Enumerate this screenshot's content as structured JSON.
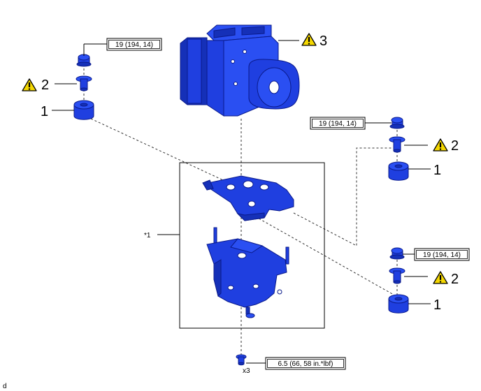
{
  "callouts": {
    "item1": "1",
    "item2": "2",
    "item3": "3",
    "star1": "*1",
    "x3": "x3",
    "corner": "d"
  },
  "torques": {
    "nut_top_left": "19 (194, 14)",
    "nut_mid_right": "19 (194, 14)",
    "nut_low_right": "19 (194, 14)",
    "bolt_bottom": "6.5 (66, 58 in.*lbf)"
  },
  "colors": {
    "part_blue": "#1f3fe0",
    "warning_yellow": "#f5d800"
  },
  "icons": [
    "warning-icon"
  ]
}
